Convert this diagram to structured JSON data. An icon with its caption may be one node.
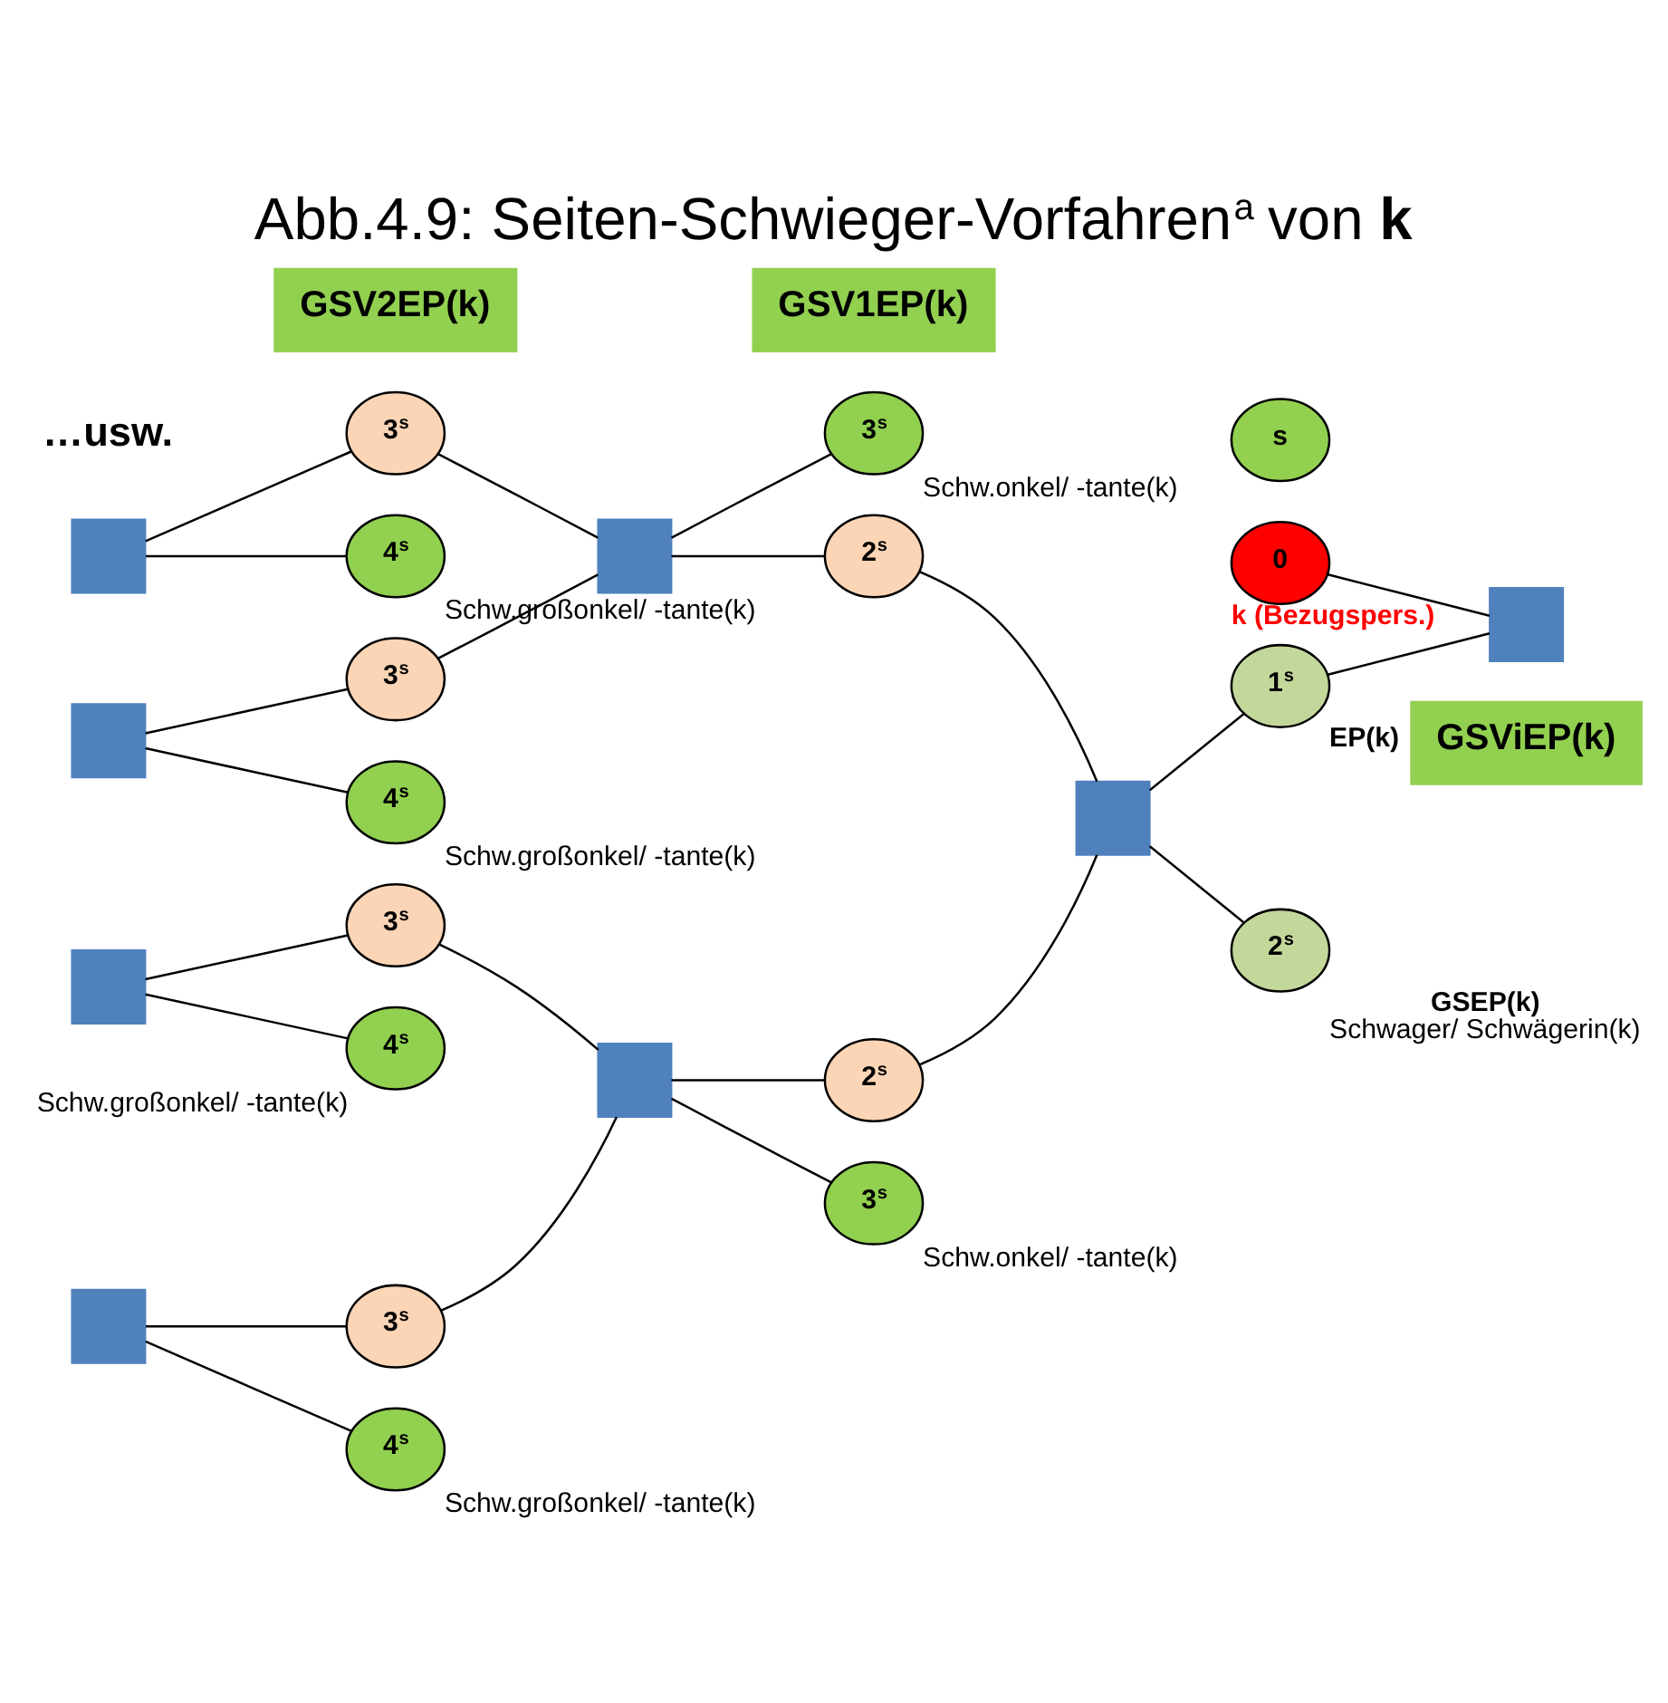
{
  "diagram": {
    "title": "Abb.4.9: Seiten-Schwieger-Vorfahren$^{a}$ von **k**",
    "nodes": [
      {
        "text": [
          "GSV2EP(k)"
        ]
      },
      {
        "text": [
          "GSV1EP(k)"
        ]
      },
      {
        "text": [
          "s"
        ]
      },
      {
        "text": [
          "GSViEP(k)"
        ]
      },
      {
        "text": [],
        "shape": "box"
      },
      {
        "text": [
          "3$^{s}$"
        ]
      },
      {
        "text": [
          "3$^{s}$"
        ],
        "beside": [
          "Schw.onkel/ -tante(k)"
        ]
      },
      {
        "text": [
          "4$^{s}$"
        ],
        "beside": [
          "Schw.großonkel/ -tante(k)"
        ]
      },
      {
        "text": [],
        "shape": "box"
      },
      {
        "text": [
          "2$^{s}$"
        ]
      },
      {
        "text": [
          "0"
        ],
        "beside": [
          "k (Bezugspers.)"
        ]
      },
      {
        "text": [],
        "shape": "box"
      },
      {
        "text": [
          "3$^{s}$"
        ]
      },
      {
        "text": [
          "4$^{s}$"
        ],
        "beside": [
          "Schw.großonkel/ -tante(k)"
        ]
      },
      {
        "text": [],
        "shape": "box"
      },
      {
        "text": [
          "1$^{s}$"
        ],
        "beside": [
          "EP(k)"
        ]
      },
      {
        "text": [],
        "shape": "box"
      },
      {
        "text": [
          "2$^{s}$"
        ]
      },
      {
        "text": [],
        "shape": "box"
      },
      {
        "text": [
          "3$^{s}$"
        ]
      },
      {
        "text": [
          "4$^{s}$"
        ],
        "beside": [
          "Schw.großonkel/ -tante(k)"
        ]
      },
      {
        "text": [],
        "shape": "box"
      },
      {
        "text": [
          "2$^{s}$"
        ],
        "beside": [
          "GSEP(k)",
          "Schwager/ Schwägerin(k)"
        ]
      },
      {
        "text": [
          "3$^{s}$"
        ],
        "beside": [
          "Schw.onkel/ -tante(k)"
        ]
      },
      {
        "text": [],
        "shape": "box"
      },
      {
        "text": [
          "3$^{s}$"
        ]
      },
      {
        "text": [
          "4$^{s}$"
        ],
        "beside": [
          "Schw.großonkel/ -tante(k)"
        ]
      }
    ],
    "edges": [
      {
        "from": 10,
        "to": 16,
        "arrow": "none"
      },
      {
        "from": 16,
        "to": 15,
        "arrow": "none"
      },
      {
        "from": 15,
        "to": 14,
        "arrow": "none"
      },
      {
        "from": 22,
        "to": 14,
        "arrow": "none"
      },
      {
        "from": 14,
        "to": 9,
        "arrow": "none"
      },
      {
        "from": 14,
        "to": 17,
        "arrow": "none"
      },
      {
        "from": 9,
        "to": 8,
        "arrow": "none"
      },
      {
        "from": 6,
        "to": 8,
        "arrow": "none"
      },
      {
        "from": 8,
        "to": 5,
        "arrow": "none"
      },
      {
        "from": 8,
        "to": 12,
        "arrow": "none"
      },
      {
        "from": 5,
        "to": 4,
        "arrow": "none"
      },
      {
        "from": 7,
        "to": 4,
        "arrow": "none"
      },
      {
        "from": 12,
        "to": 11,
        "arrow": "none"
      },
      {
        "from": 13,
        "to": 11,
        "arrow": "none"
      },
      {
        "from": 17,
        "to": 21,
        "arrow": "none"
      },
      {
        "from": 23,
        "to": 21,
        "arrow": "none"
      },
      {
        "from": 21,
        "to": 19,
        "arrow": "none"
      },
      {
        "from": 21,
        "to": 25,
        "arrow": "none"
      },
      {
        "from": 19,
        "to": 18,
        "arrow": "none"
      },
      {
        "from": 20,
        "to": 18,
        "arrow": "none"
      },
      {
        "from": 25,
        "to": 24,
        "arrow": "none"
      },
      {
        "from": 26,
        "to": 24,
        "arrow": "none"
      }
    ],
    "labels": [
      "…usw."
    ]
  }
}
